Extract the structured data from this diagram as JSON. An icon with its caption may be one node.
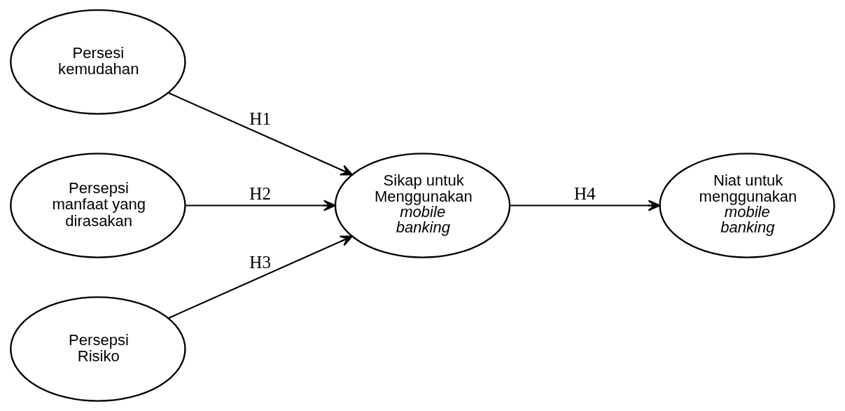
{
  "diagram": {
    "nodes": [
      {
        "text": [
          "Persesi kemudahan"
        ]
      },
      {
        "text": [
          "Persepsi manfaat yang dirasakan"
        ]
      },
      {
        "text": [
          "Persepsi Risiko"
        ]
      },
      {
        "text": [
          "Sikap untuk Menggunakan *mobile banking*"
        ]
      },
      {
        "text": [
          "Niat untuk menggunakan *mobile banking*"
        ]
      }
    ],
    "edges": [
      {
        "from": 0,
        "to": 3,
        "arrow": "to",
        "label": "H1"
      },
      {
        "from": 1,
        "to": 3,
        "arrow": "to",
        "label": "H2"
      },
      {
        "from": 2,
        "to": 3,
        "arrow": "to",
        "label": "H3"
      },
      {
        "from": 3,
        "to": 4,
        "arrow": "to",
        "label": "H4"
      }
    ]
  }
}
